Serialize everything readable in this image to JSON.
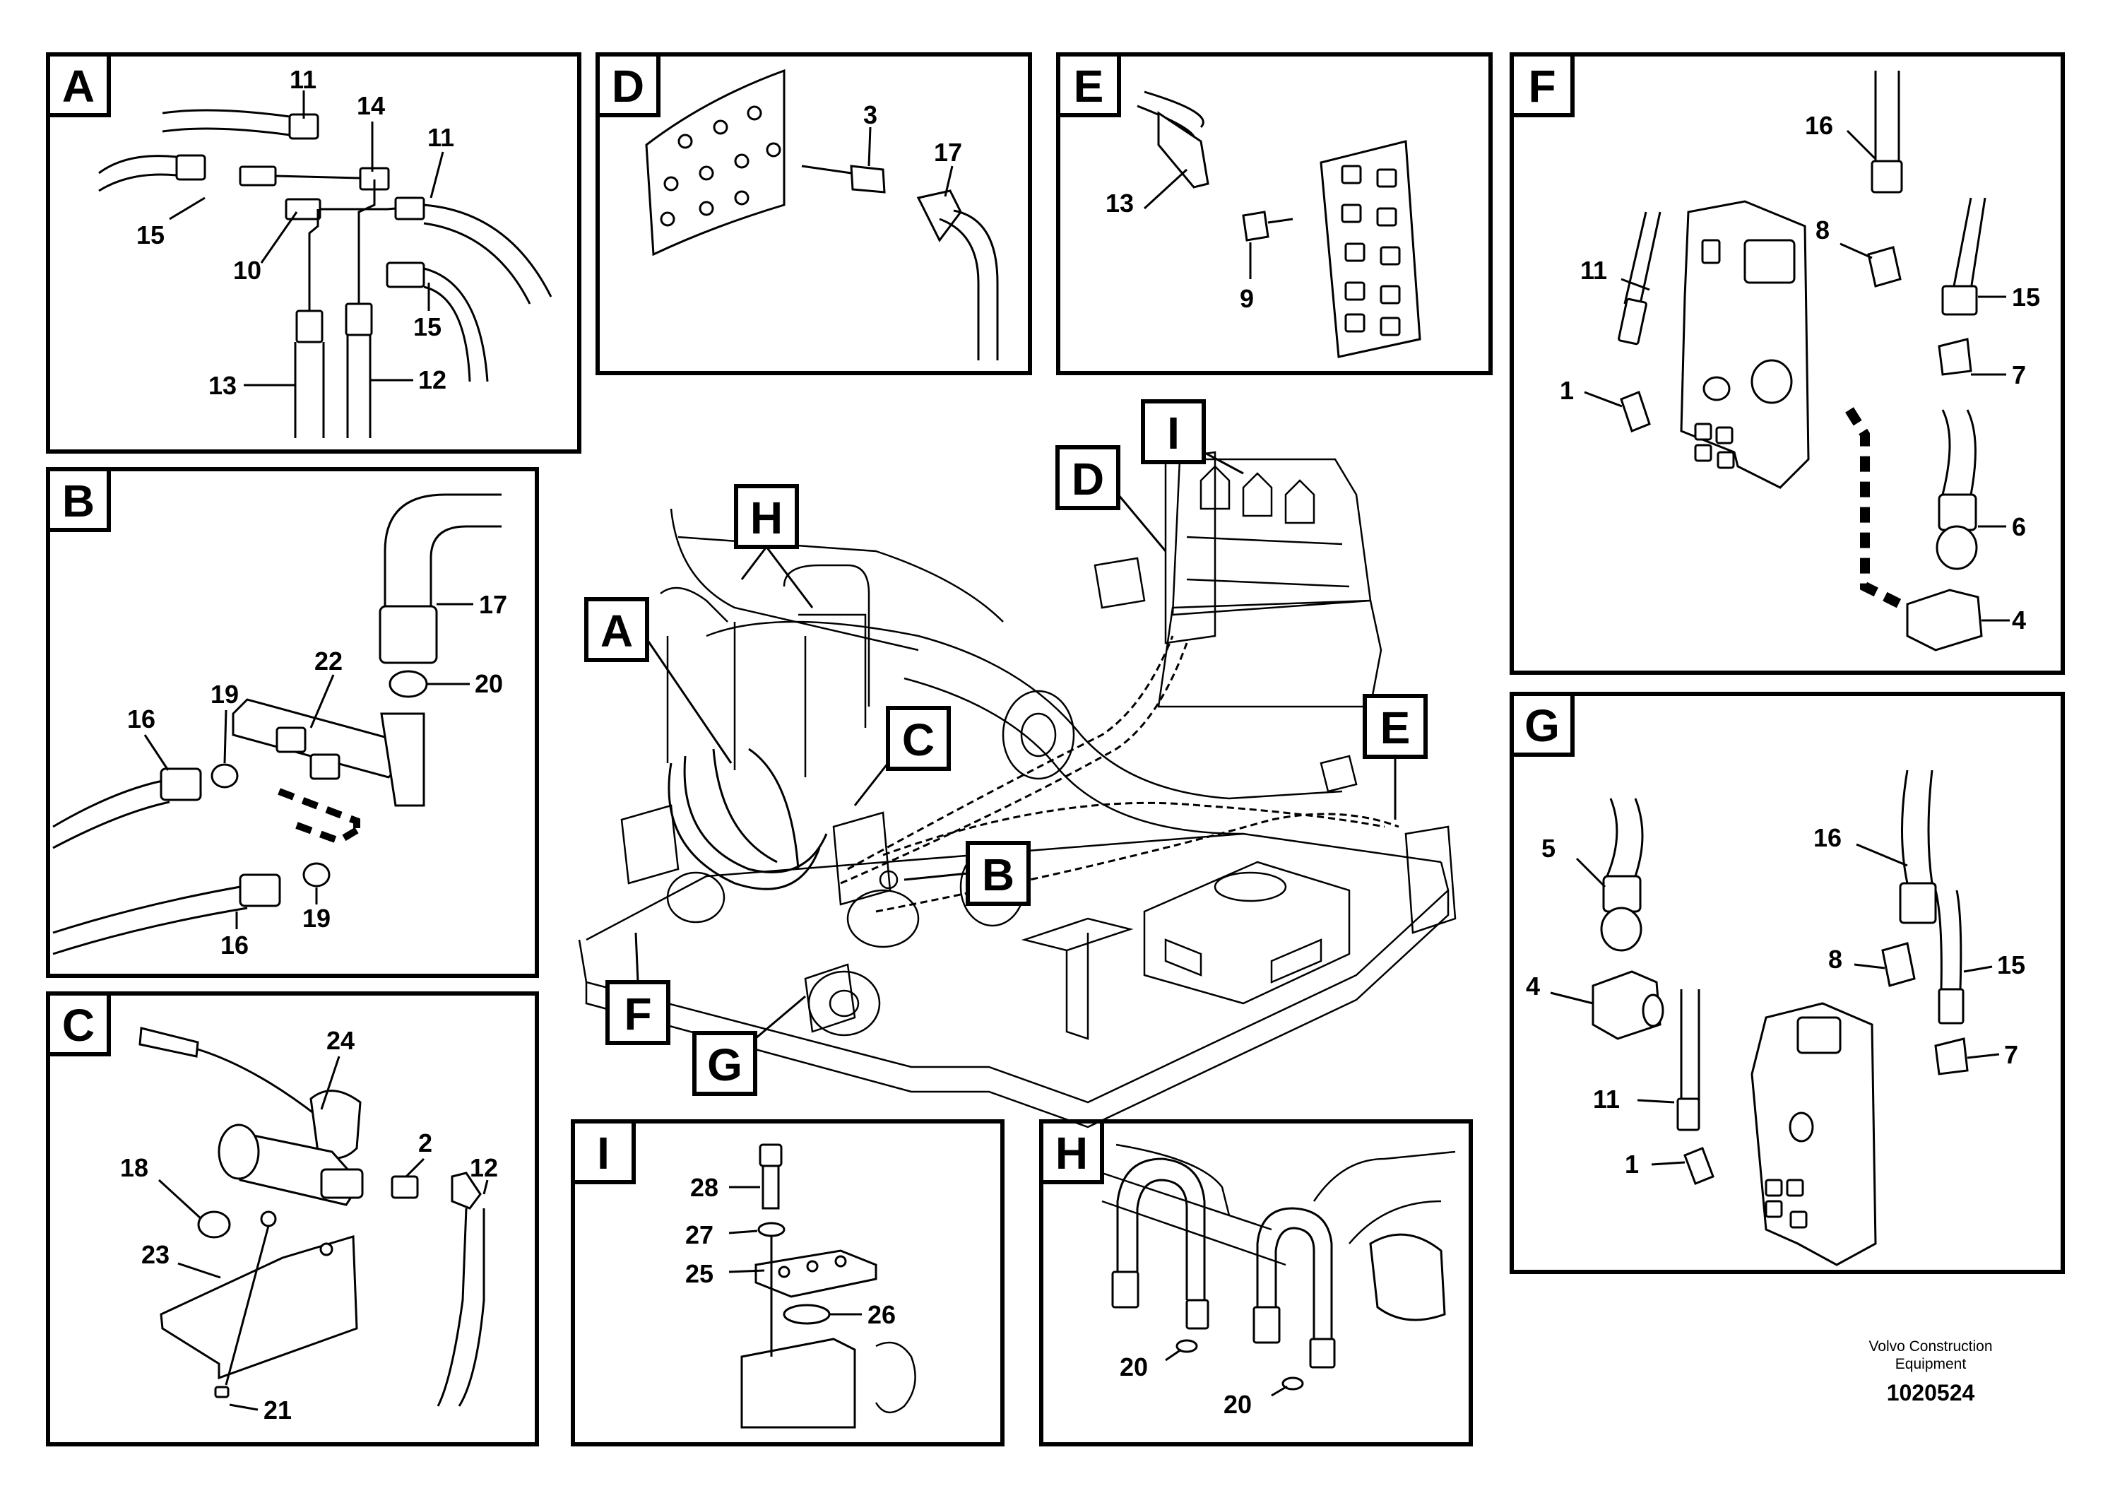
{
  "panels": {
    "A": {
      "label": "A",
      "callouts": [
        "11",
        "14",
        "11",
        "15",
        "10",
        "15",
        "13",
        "12"
      ]
    },
    "B": {
      "label": "B",
      "callouts": [
        "17",
        "22",
        "20",
        "16",
        "19",
        "19",
        "16"
      ]
    },
    "C": {
      "label": "C",
      "callouts": [
        "24",
        "2",
        "12",
        "18",
        "23",
        "21"
      ]
    },
    "D": {
      "label": "D",
      "callouts": [
        "3",
        "17"
      ]
    },
    "E": {
      "label": "E",
      "callouts": [
        "13",
        "9"
      ]
    },
    "F": {
      "label": "F",
      "callouts": [
        "16",
        "8",
        "11",
        "15",
        "1",
        "7",
        "6",
        "4"
      ]
    },
    "G": {
      "label": "G",
      "callouts": [
        "5",
        "16",
        "8",
        "15",
        "4",
        "7",
        "11",
        "1"
      ]
    },
    "H": {
      "label": "H",
      "callouts": [
        "20",
        "20"
      ]
    },
    "I": {
      "label": "I",
      "callouts": [
        "28",
        "27",
        "25",
        "26"
      ]
    }
  },
  "overview_tags": [
    "H",
    "I",
    "D",
    "A",
    "C",
    "B",
    "E",
    "F",
    "G"
  ],
  "footer": {
    "brand_line1": "Volvo Construction",
    "brand_line2": "Equipment",
    "code": "1020524"
  }
}
